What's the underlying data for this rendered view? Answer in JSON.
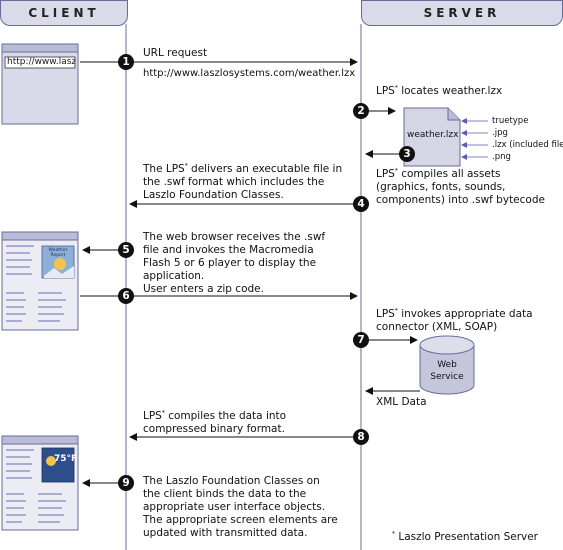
{
  "headers": {
    "client": "CLIENT",
    "server": "SERVER"
  },
  "browser_url": "http://www.laszlo...",
  "steps": [
    {
      "num": "1",
      "label": "URL request",
      "sublabel": "http://www.laszlosystems.com/weather.lzx"
    },
    {
      "num": "2",
      "label_pre": "LPS",
      "label_post": " locates weather.lzx"
    },
    {
      "num": "3",
      "label_pre": "LPS",
      "label_post": " compiles all assets (graphics, fonts, sounds, components) into .swf bytecode"
    },
    {
      "num": "4",
      "label_pre": "The LPS",
      "label_post": " delivers an executable file in the .swf format which includes the Laszlo Foundation Classes."
    },
    {
      "num": "5",
      "label": "The web browser receives the .swf file and invokes the Macromedia Flash 5 or 6 player to display the application."
    },
    {
      "num": "6",
      "label": "User enters a zip code."
    },
    {
      "num": "7",
      "label_pre": "LPS",
      "label_post": " invokes appropriate data connector (XML, SOAP)"
    },
    {
      "num": "8",
      "label_pre": "LPS",
      "label_post": " compiles the data into compressed binary format."
    },
    {
      "num": "9",
      "label": "The Laszlo Foundation Classes on the client binds the data to the appropriate user interface objects. The appropriate screen elements are updated with transmitted data."
    }
  ],
  "file": {
    "name": "weather.lzx",
    "assets": [
      "truetype",
      ".jpg",
      ".lzx (included files)",
      ".png"
    ]
  },
  "db": {
    "line1": "Web",
    "line2": "Service"
  },
  "xml_data": "XML Data",
  "weather_app": {
    "title": "Weather Report",
    "temp": "75°F"
  },
  "footnote": "Laszlo Presentation Server",
  "footnote_mark": "*"
}
